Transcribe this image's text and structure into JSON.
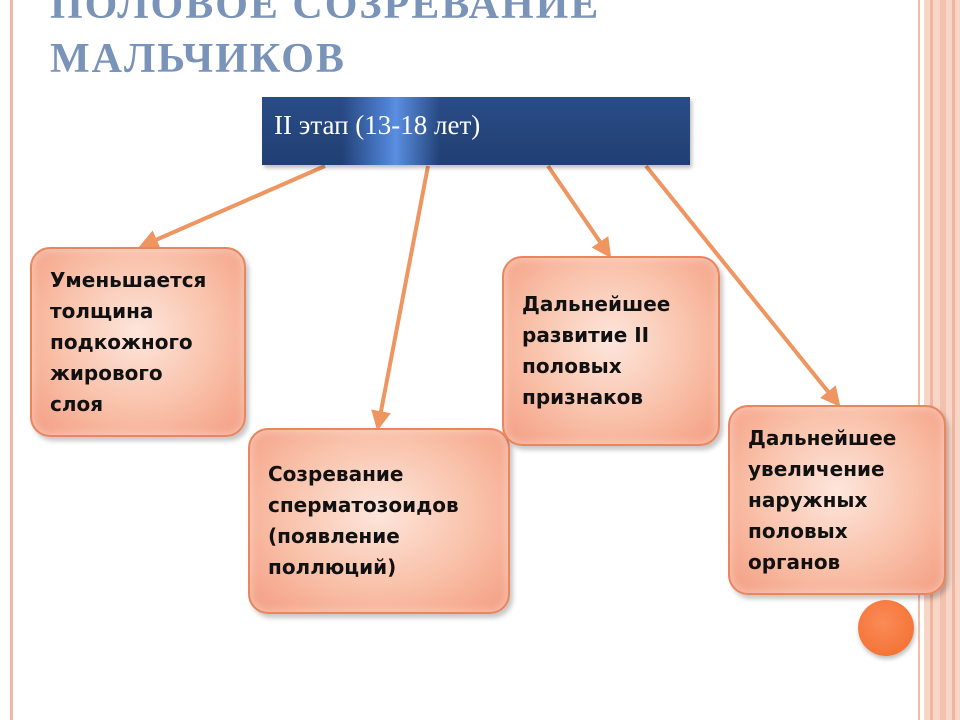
{
  "slide": {
    "title": "ПОЛОВОЕ СОЗРЕВАНИЕ\nМАЛЬЧИКОВ",
    "stage_label": "II этап (13-18 лет)",
    "boxes": [
      {
        "text": "Уменьшается\nтолщина\nподкожного\n жирового\nслоя"
      },
      {
        "text": "Созревание\nсперматозоидов\n(появление\nполлюций)"
      },
      {
        "text": "Дальнейшее\nразвитие  II\nполовых\nпризнаков"
      },
      {
        "text": "Дальнейшее\nувеличение\nнаружных\nполовых\nорганов"
      }
    ]
  },
  "colors": {
    "title": "#7a93b9",
    "stage_bar": "#203f73",
    "box_border": "#e9865e",
    "box_fill": "#f9c0a8",
    "arrow": "#ee9560",
    "accent_circle": "#f47234",
    "frame": "#f7d6c7"
  }
}
